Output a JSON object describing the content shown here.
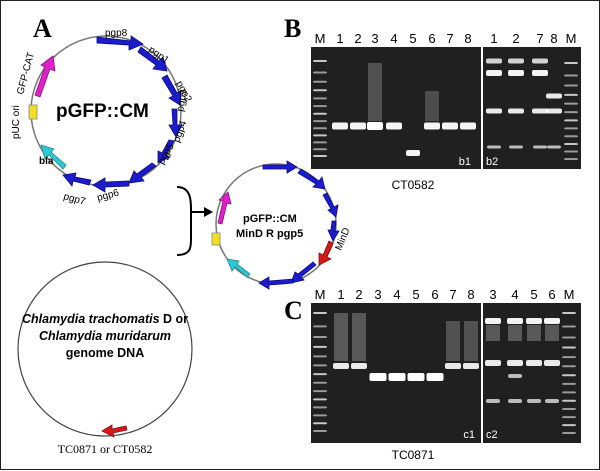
{
  "panels": {
    "a": {
      "letter": "A"
    },
    "b": {
      "letter": "B"
    },
    "c": {
      "letter": "C"
    }
  },
  "plasmid": {
    "name": "pGFP::CM",
    "genes": {
      "pgp8": "pgp8",
      "pgp1": "pgp1",
      "pgp2": "pgp2",
      "pgp3": "pgp3",
      "pgp4": "pgp4",
      "pgp5": "pgp5",
      "pgp6": "pgp6",
      "pgp7": "pgp7",
      "bla": "bla",
      "puc_ori": "pUC ori",
      "gfp_cat": "GFP-CAT"
    }
  },
  "recombinant": {
    "line1": "pGFP::CM",
    "line2": "MinD R pgp5",
    "mind": "MinD"
  },
  "genome": {
    "line1a": "Chlamydia trachomatis",
    "line1b": " D or",
    "line2": "Chlamydia muridarum",
    "line3": "genome DNA",
    "target": "TC0871 or CT0582"
  },
  "gel_b": {
    "lanes1": [
      "M",
      "1",
      "2",
      "3",
      "4",
      "5",
      "6",
      "7",
      "8"
    ],
    "lanes2": [
      "1",
      "2",
      "7",
      "8",
      "M"
    ],
    "sub1": "b1",
    "sub2": "b2",
    "caption": "CT0582"
  },
  "gel_c": {
    "lanes1": [
      "M",
      "1",
      "2",
      "3",
      "4",
      "5",
      "6",
      "7",
      "8"
    ],
    "lanes2": [
      "3",
      "4",
      "5",
      "6",
      "M"
    ],
    "sub1": "c1",
    "sub2": "c2",
    "caption": "TC0871"
  },
  "colors": {
    "gene_blue": "#1c1ccc",
    "magenta": "#e020c8",
    "cyan": "#30c8d0",
    "yellow": "#f0e020",
    "red": "#d81818",
    "gel_bg": "#202020"
  }
}
